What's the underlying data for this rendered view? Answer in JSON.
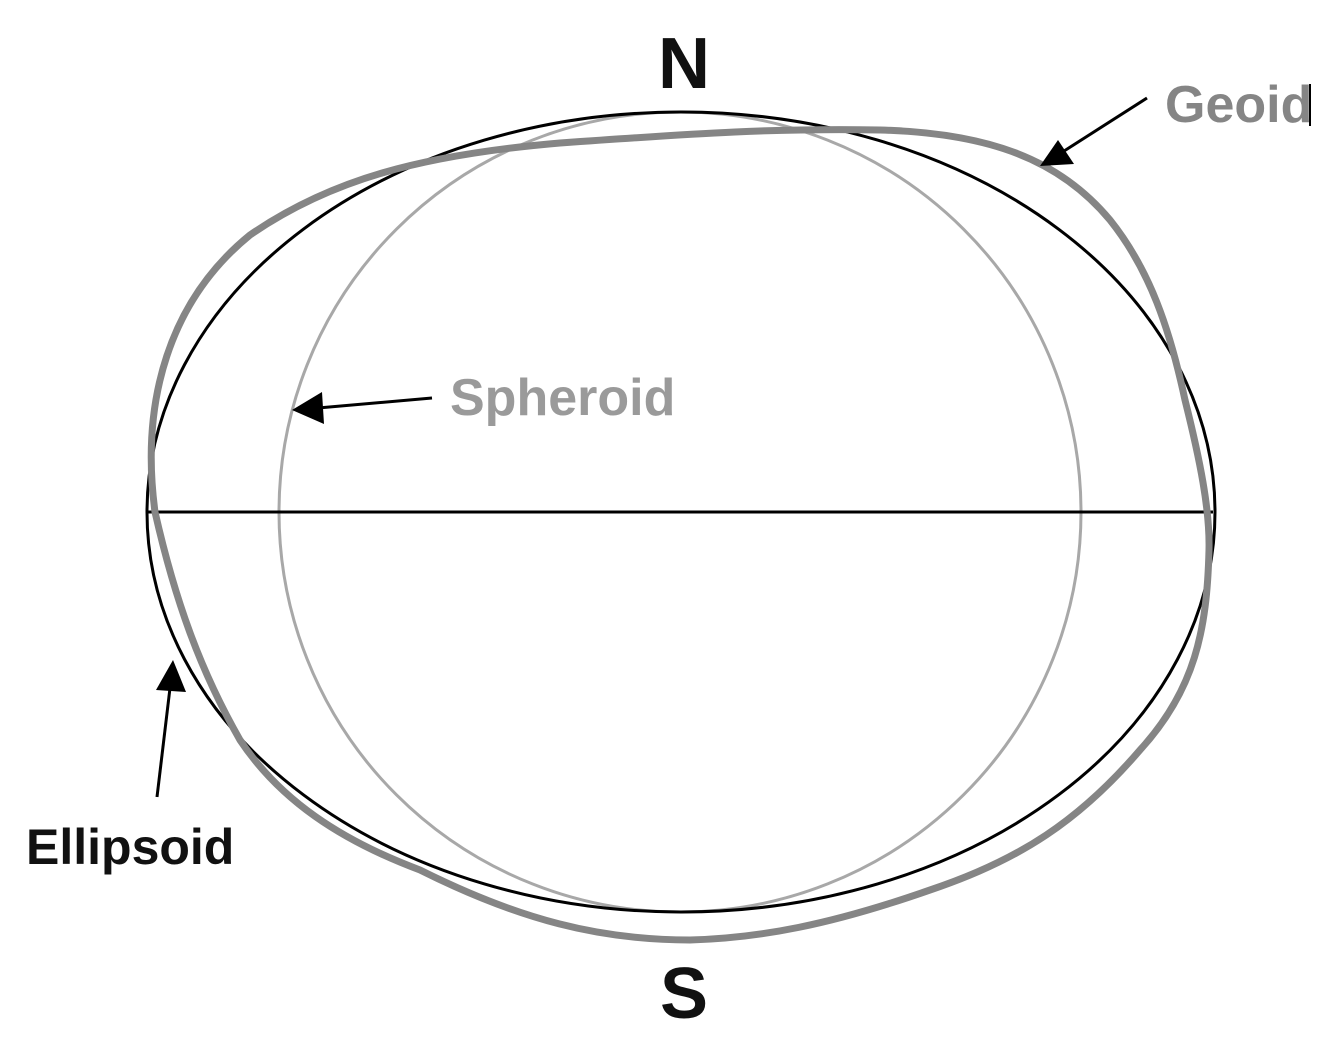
{
  "labels": {
    "north": "N",
    "south": "S",
    "geoid": "Geoid",
    "spheroid": "Spheroid",
    "ellipsoid": "Ellipsoid"
  },
  "colors": {
    "background": "#ffffff",
    "ellipsoid_outline": "#000000",
    "spheroid_outline": "#a8a8a8",
    "geoid_outline": "#858585",
    "equator_line": "#000000",
    "label_dark": "#111111",
    "label_grey": "#8a8a8a"
  }
}
